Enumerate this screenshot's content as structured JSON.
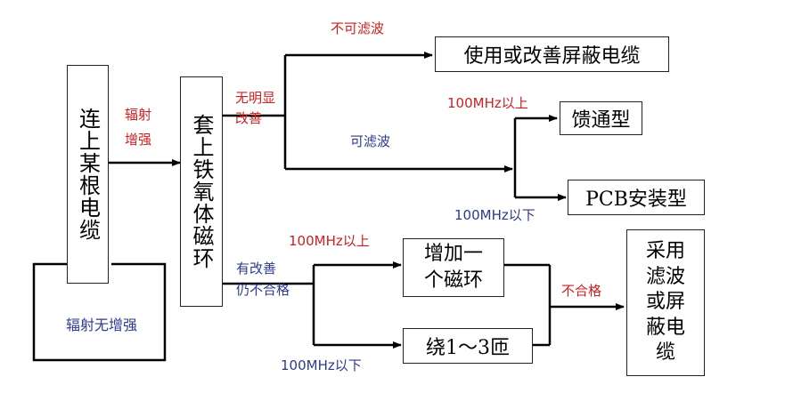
{
  "nodes": {
    "connect_cable": "连上某根电缆",
    "ferrite_ring": "套上铁氧体磁环",
    "shield_cable": "使用或改善屏蔽电缆",
    "feedthrough": "馈通型",
    "pcb_mount": "PCB安装型",
    "add_ring": "增加一\n个磁环",
    "wind_turns": "绕1～3匝",
    "filter_or_shield": "采用\n滤波\n或屏\n蔽电\n缆"
  },
  "labels": {
    "radiation_increase": "辐射\n增强",
    "radiation_no_increase": "辐射无增强",
    "no_obvious_improvement": "无明显\n改善",
    "not_filterable": "不可滤波",
    "filterable": "可滤波",
    "above_100mhz_1": "100MHz以上",
    "below_100mhz_1": "100MHz以下",
    "improved_still_fail": "有改善\n仍不合格",
    "above_100mhz_2": "100MHz以上",
    "below_100mhz_2": "100MHz以下",
    "fail": "不合格"
  },
  "colors": {
    "red_label": "#cc1f1f",
    "blue_label": "#2d3a8c",
    "line": "#000000"
  }
}
